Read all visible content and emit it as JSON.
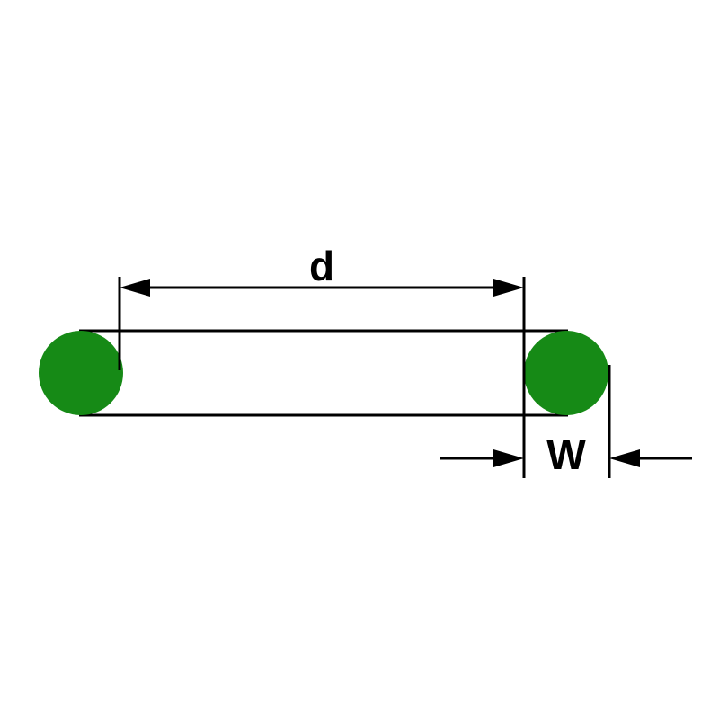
{
  "diagram": {
    "type": "o-ring-dimension-diagram",
    "labels": {
      "inner_diameter": "d",
      "cross_section_width": "W"
    },
    "colors": {
      "oring_fill": "#168a16",
      "line": "#000000",
      "background": "#ffffff"
    }
  }
}
